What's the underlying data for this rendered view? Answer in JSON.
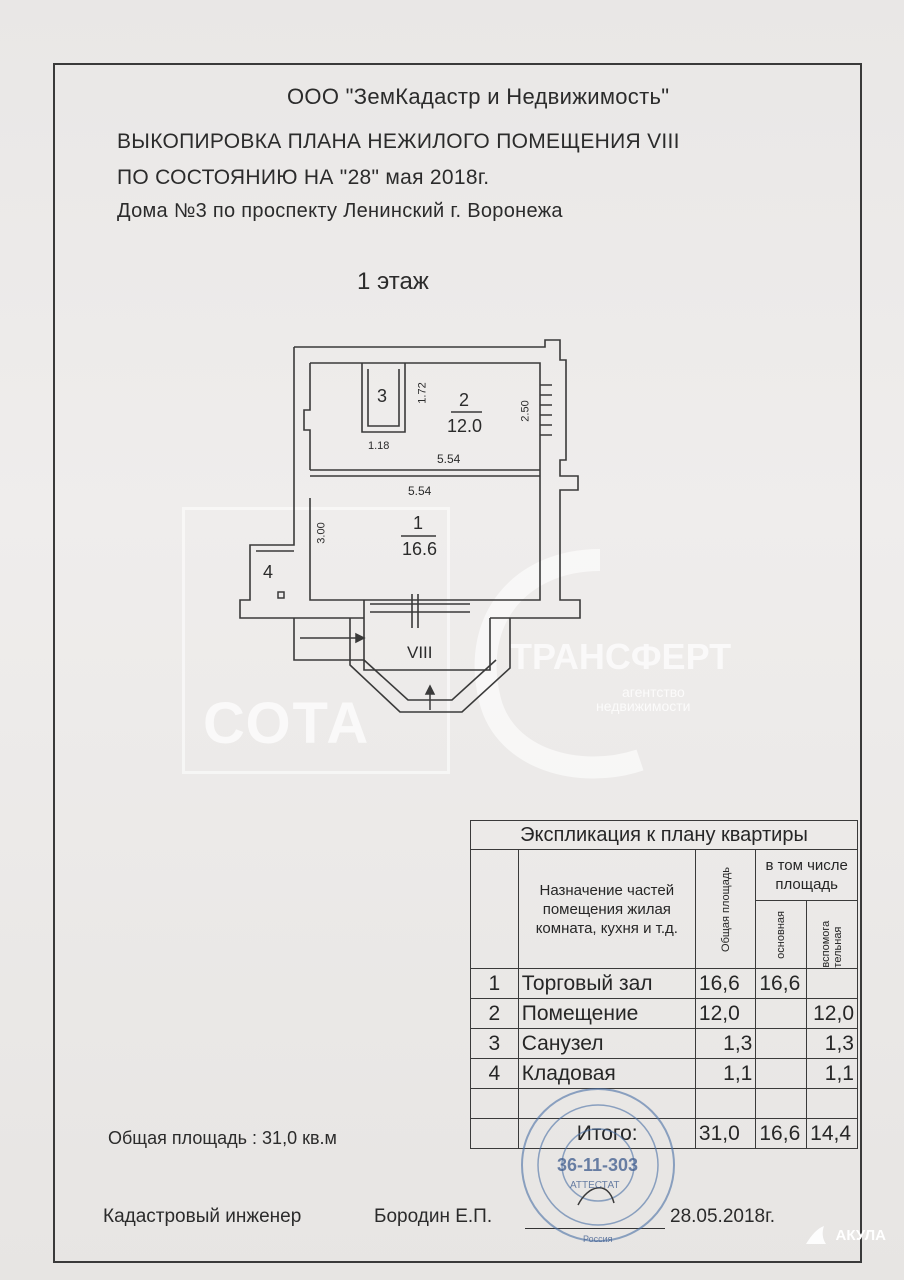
{
  "header": {
    "company": "ООО \"ЗемКадастр и Недвижимость\"",
    "line1": "ВЫКОПИРОВКА ПЛАНА НЕЖИЛОГО ПОМЕЩЕНИЯ VIII",
    "line2": "ПО СОСТОЯНИЮ НА \"28\"  мая  2018г.",
    "line3": "Дома №3 по проспекту Ленинский г. Воронежа",
    "floor": "1  этаж"
  },
  "plan": {
    "room1_num": "1",
    "room1_area": "16.6",
    "room2_num": "2",
    "room2_area": "12.0",
    "room3_num": "3",
    "room4_num": "4",
    "premise_label": "VIII",
    "dim_172": "1.72",
    "dim_118": "1.18",
    "dim_554_top": "5.54",
    "dim_554_bottom": "5.54",
    "dim_250": "2.50",
    "dim_300": "3.00"
  },
  "watermarks": {
    "left": "СОТА",
    "right_main": "ТРАНСФЕРТ",
    "right_sub1": "агентство",
    "right_sub2": "недвижимости"
  },
  "explication": {
    "title": "Экспликация к плану квартиры",
    "col_purpose": "Назначение частей помещения жилая комната, кухня и т.д.",
    "col_total": "Общая площадь",
    "col_including": "в том числе площадь",
    "col_main": "основная",
    "col_aux": "вспомога тельная",
    "rows": [
      {
        "n": "1",
        "name": "Торговый зал",
        "total": "16,6",
        "main": "16,6",
        "aux": ""
      },
      {
        "n": "2",
        "name": "Помещение",
        "total": "12,0",
        "main": "",
        "aux": "12,0"
      },
      {
        "n": "3",
        "name": "Санузел",
        "total": "1,3",
        "main": "",
        "aux": "1,3"
      },
      {
        "n": "4",
        "name": "Кладовая",
        "total": "1,1",
        "main": "",
        "aux": "1,1"
      }
    ],
    "total_label": "Итого:",
    "total_total": "31,0",
    "total_main": "16,6",
    "total_aux": "14,4"
  },
  "summary": {
    "area": "Общая площадь :  31,0 кв.м",
    "engineer_label": "Кадастровый инженер",
    "engineer_name": "Бородин Е.П.",
    "date": "28.05.2018г."
  },
  "stamp": {
    "number": "36-11-303",
    "word": "АТТЕСТАТ",
    "country": "Россия"
  },
  "brand": {
    "name": "АКУЛА"
  }
}
